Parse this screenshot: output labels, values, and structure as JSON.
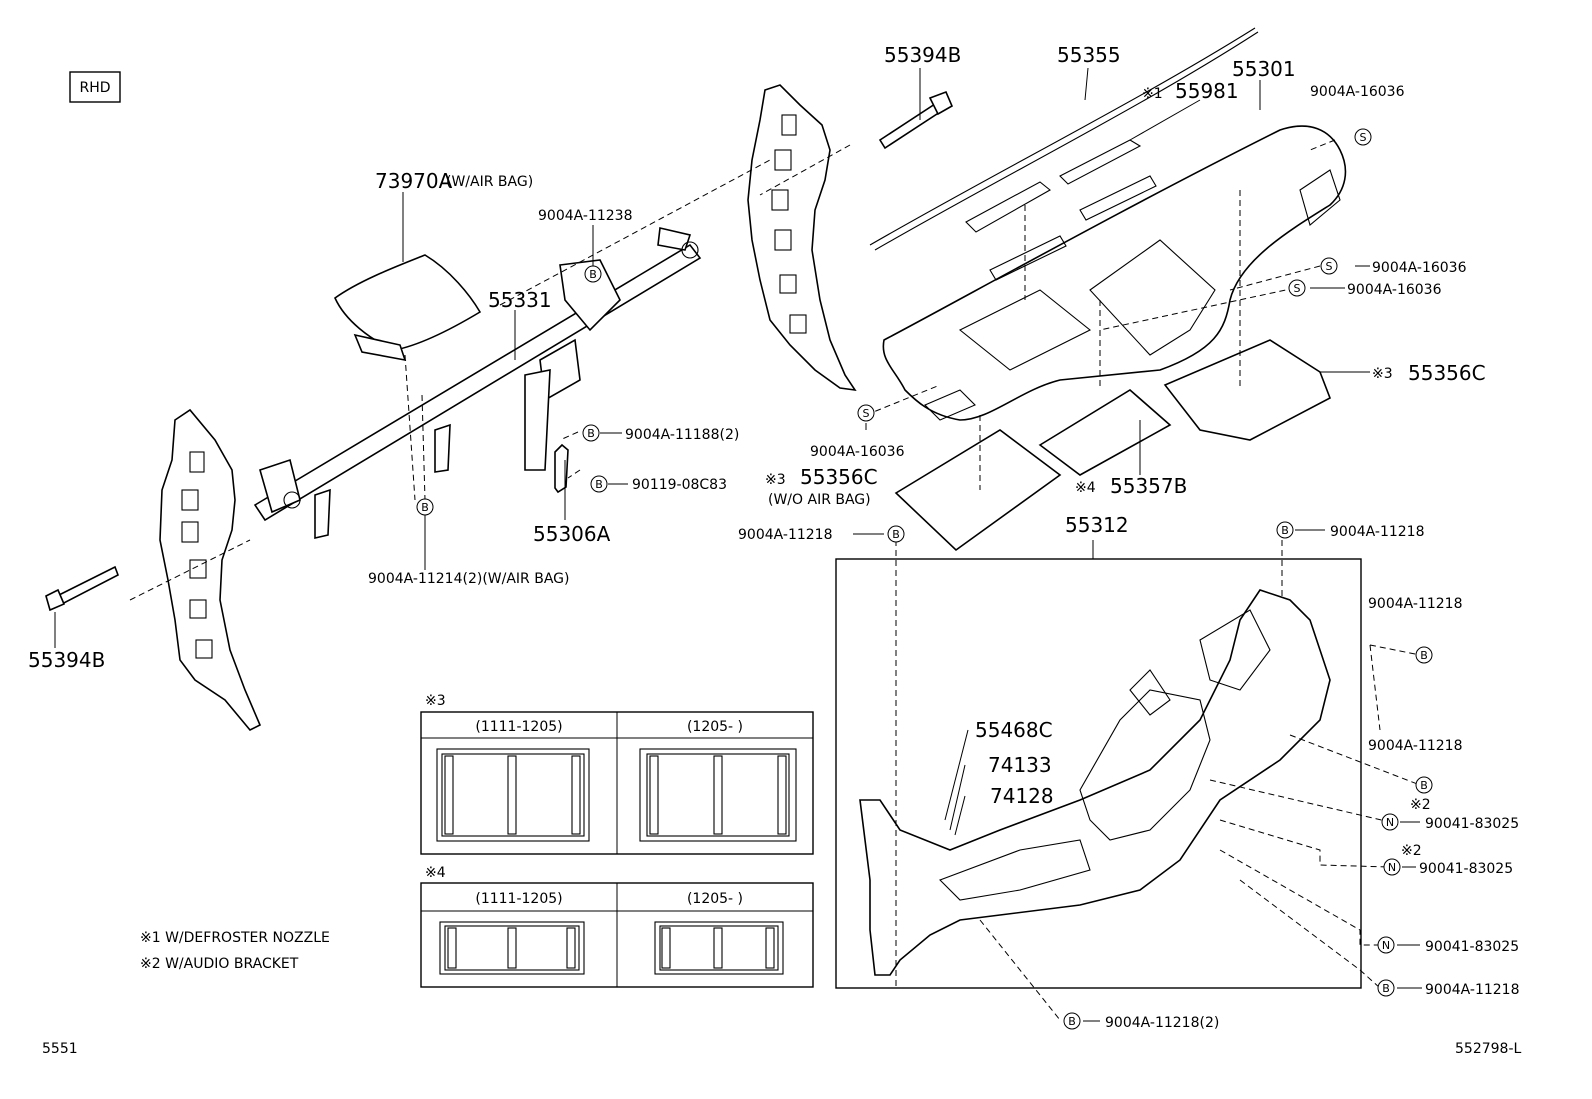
{
  "header": {
    "rhd_label": "RHD"
  },
  "footer": {
    "page_left": "5551",
    "page_right": "552798-L"
  },
  "notes": {
    "note1": "※1 W/DEFROSTER NOZZLE",
    "note2": "※2 W/AUDIO BRACKET"
  },
  "variants": {
    "v3_mark": "※3",
    "v4_mark": "※4",
    "col_a": "(1111-1205)",
    "col_b": "(1205-      )"
  },
  "symbols": {
    "b": "B",
    "s": "S",
    "n": "N"
  },
  "parts": {
    "p55394b_top": "55394B",
    "p55355": "55355",
    "p55301": "55301",
    "p55981_mark": "※1",
    "p55981": "55981",
    "p9004a16036_a": "9004A-16036",
    "p73970a": "73970A",
    "p73970a_note": "(W/AIR BAG)",
    "p9004a11238": "9004A-11238",
    "p55331": "55331",
    "p9004a16036_b": "9004A-16036",
    "p9004a16036_c": "9004A-16036",
    "p55356c_r_mark": "※3",
    "p55356c_r": "55356C",
    "p9004a16036_d": "9004A-16036",
    "p9004a11188": "9004A-11188(2)",
    "p90119": "90119-08C83",
    "p55356c_l_mark": "※3",
    "p55356c_l": "55356C",
    "p55356c_l_note": "(W/O AIR BAG)",
    "p55357b_mark": "※4",
    "p55357b": "55357B",
    "p55306a": "55306A",
    "p55312": "55312",
    "p9004a11218_a": "9004A-11218",
    "p9004a11218_b": "9004A-11218",
    "p9004a11214": "9004A-11214(2)(W/AIR BAG)",
    "p9004a11218_c": "9004A-11218",
    "p55394b_bottom": "55394B",
    "p9004a11218_d": "9004A-11218",
    "p55468c": "55468C",
    "p74133": "74133",
    "p74128": "74128",
    "p90041_a_mark": "※2",
    "p90041_a": "90041-83025",
    "p90041_b_mark": "※2",
    "p90041_b": "90041-83025",
    "p90041_c": "90041-83025",
    "p9004a11218_e": "9004A-11218",
    "p9004a11218_f": "9004A-11218(2)"
  }
}
